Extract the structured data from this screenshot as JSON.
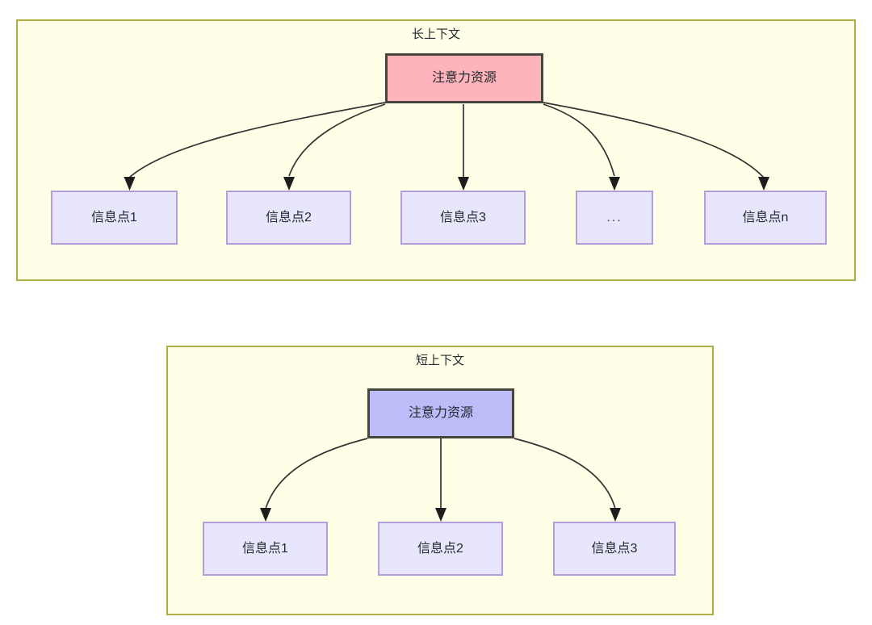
{
  "diagram": {
    "type": "tree-diagram",
    "background_color": "#ffffff",
    "groups": [
      {
        "id": "long-context",
        "title": "长上下文",
        "fill": "#fffee6",
        "border": "#aeae41",
        "root": {
          "label": "注意力资源",
          "fill": "#ffb3ba",
          "border": "#46463f"
        },
        "leaves": [
          {
            "label": "信息点1",
            "fill": "#e8e6fd",
            "border": "#b39ddb"
          },
          {
            "label": "信息点2",
            "fill": "#e8e6fd",
            "border": "#b39ddb"
          },
          {
            "label": "信息点3",
            "fill": "#e8e6fd",
            "border": "#b39ddb"
          },
          {
            "label": "...",
            "fill": "#e8e6fd",
            "border": "#b39ddb"
          },
          {
            "label": "信息点n",
            "fill": "#e8e6fd",
            "border": "#b39ddb"
          }
        ]
      },
      {
        "id": "short-context",
        "title": "短上下文",
        "fill": "#fffee6",
        "border": "#aeae41",
        "root": {
          "label": "注意力资源",
          "fill": "#bcbcf8",
          "border": "#46463f"
        },
        "leaves": [
          {
            "label": "信息点1",
            "fill": "#e8e6fd",
            "border": "#b39ddb"
          },
          {
            "label": "信息点2",
            "fill": "#e8e6fd",
            "border": "#b39ddb"
          },
          {
            "label": "信息点3",
            "fill": "#e8e6fd",
            "border": "#b39ddb"
          }
        ]
      }
    ],
    "edge_color": "#333333",
    "arrow_color": "#1d1d1d"
  }
}
